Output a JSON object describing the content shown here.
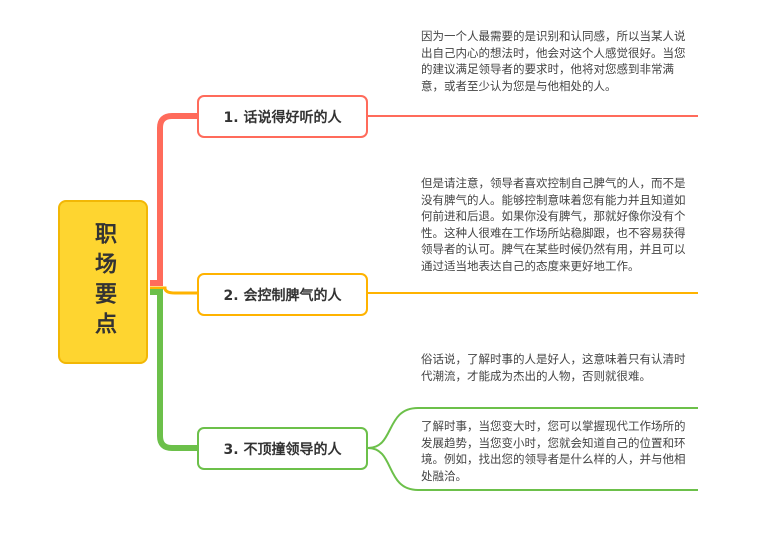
{
  "center": {
    "label": "职场要点"
  },
  "colors": {
    "red": "#FF6B5B",
    "orange": "#FFB300",
    "green": "#6CC04A",
    "center": "#FED530"
  },
  "branches": [
    {
      "label": "1. 话说得好听的人",
      "notes": [
        "因为一个人最需要的是识别和认同感，所以当某人说出自己内心的想法时，他会对这个人感觉很好。当您的建议满足领导者的要求时，他将对您感到非常满意，或者至少认为您是与他相处的人。"
      ]
    },
    {
      "label": "2. 会控制脾气的人",
      "notes": [
        "但是请注意，领导者喜欢控制自己脾气的人，而不是没有脾气的人。能够控制意味着您有能力并且知道如何前进和后退。如果你没有脾气，那就好像你没有个性。这种人很难在工作场所站稳脚跟，也不容易获得领导者的认可。脾气在某些时候仍然有用，并且可以通过适当地表达自己的态度来更好地工作。"
      ]
    },
    {
      "label": "3. 不顶撞领导的人",
      "notes": [
        "俗话说，了解时事的人是好人，这意味着只有认清时代潮流，才能成为杰出的人物，否则就很难。",
        "了解时事，当您变大时，您可以掌握现代工作场所的发展趋势，当您变小时，您就会知道自己的位置和环境。例如，找出您的领导者是什么样的人，并与他相处融洽。"
      ]
    }
  ]
}
